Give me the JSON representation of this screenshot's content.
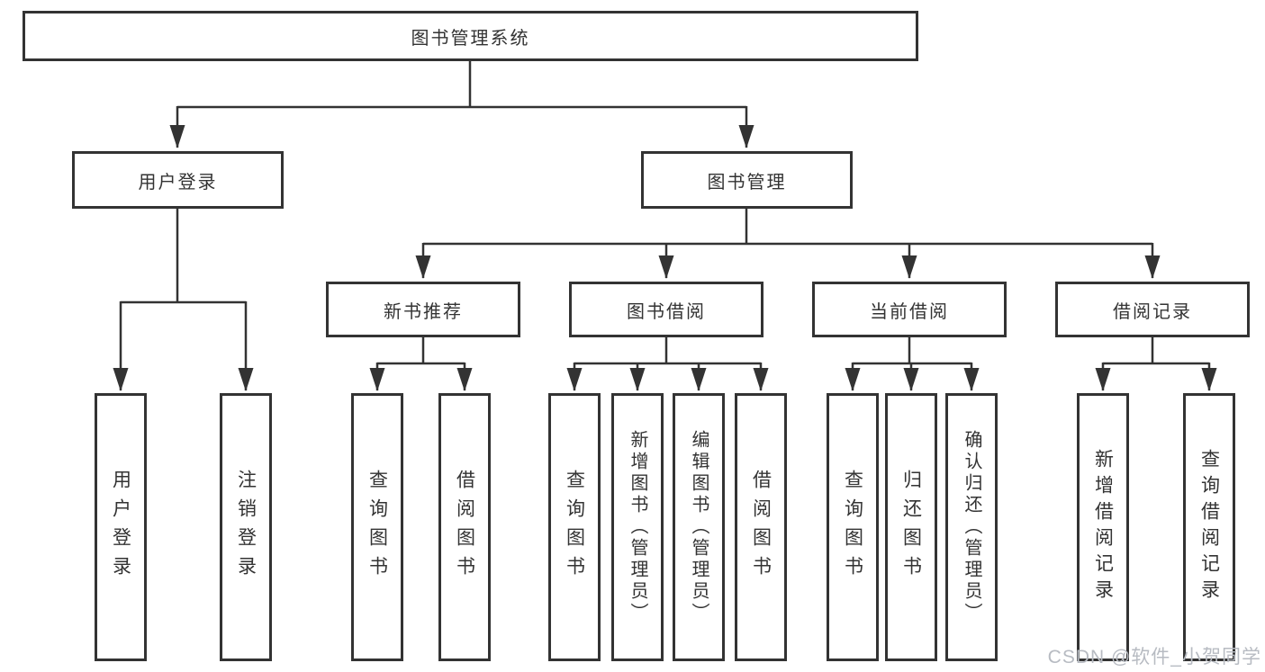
{
  "nodes": {
    "root": {
      "label": "图书管理系统"
    },
    "user_login": {
      "label": "用户登录"
    },
    "book_management": {
      "label": "图书管理"
    },
    "new_book_recommend": {
      "label": "新书推荐"
    },
    "book_borrowing": {
      "label": "图书借阅"
    },
    "current_borrowing": {
      "label": "当前借阅"
    },
    "borrowing_records": {
      "label": "借阅记录"
    },
    "leaf_user_login": {
      "label": "用户登录"
    },
    "leaf_logout": {
      "label": "注销登录"
    },
    "leaf_nbr_query_books": {
      "label": "查询图书"
    },
    "leaf_nbr_borrow_books": {
      "label": "借阅图书"
    },
    "leaf_bb_query_books": {
      "label": "查询图书"
    },
    "leaf_bb_add_books": {
      "label": "新增图书（管理员）"
    },
    "leaf_bb_edit_books": {
      "label": "编辑图书（管理员）"
    },
    "leaf_bb_borrow_books": {
      "label": "借阅图书"
    },
    "leaf_cb_query_books": {
      "label": "查询图书"
    },
    "leaf_cb_return_books": {
      "label": "归还图书"
    },
    "leaf_cb_confirm_return": {
      "label": "确认归还（管理员）"
    },
    "leaf_br_add_record": {
      "label": "新增借阅记录"
    },
    "leaf_br_query_record": {
      "label": "查询借阅记录"
    }
  },
  "watermark": {
    "text": "CSDN @软件_小贺同学"
  },
  "colors": {
    "line": "#333333",
    "text": "#333333",
    "watermark": "#b7bbc2",
    "background": "#ffffff"
  }
}
